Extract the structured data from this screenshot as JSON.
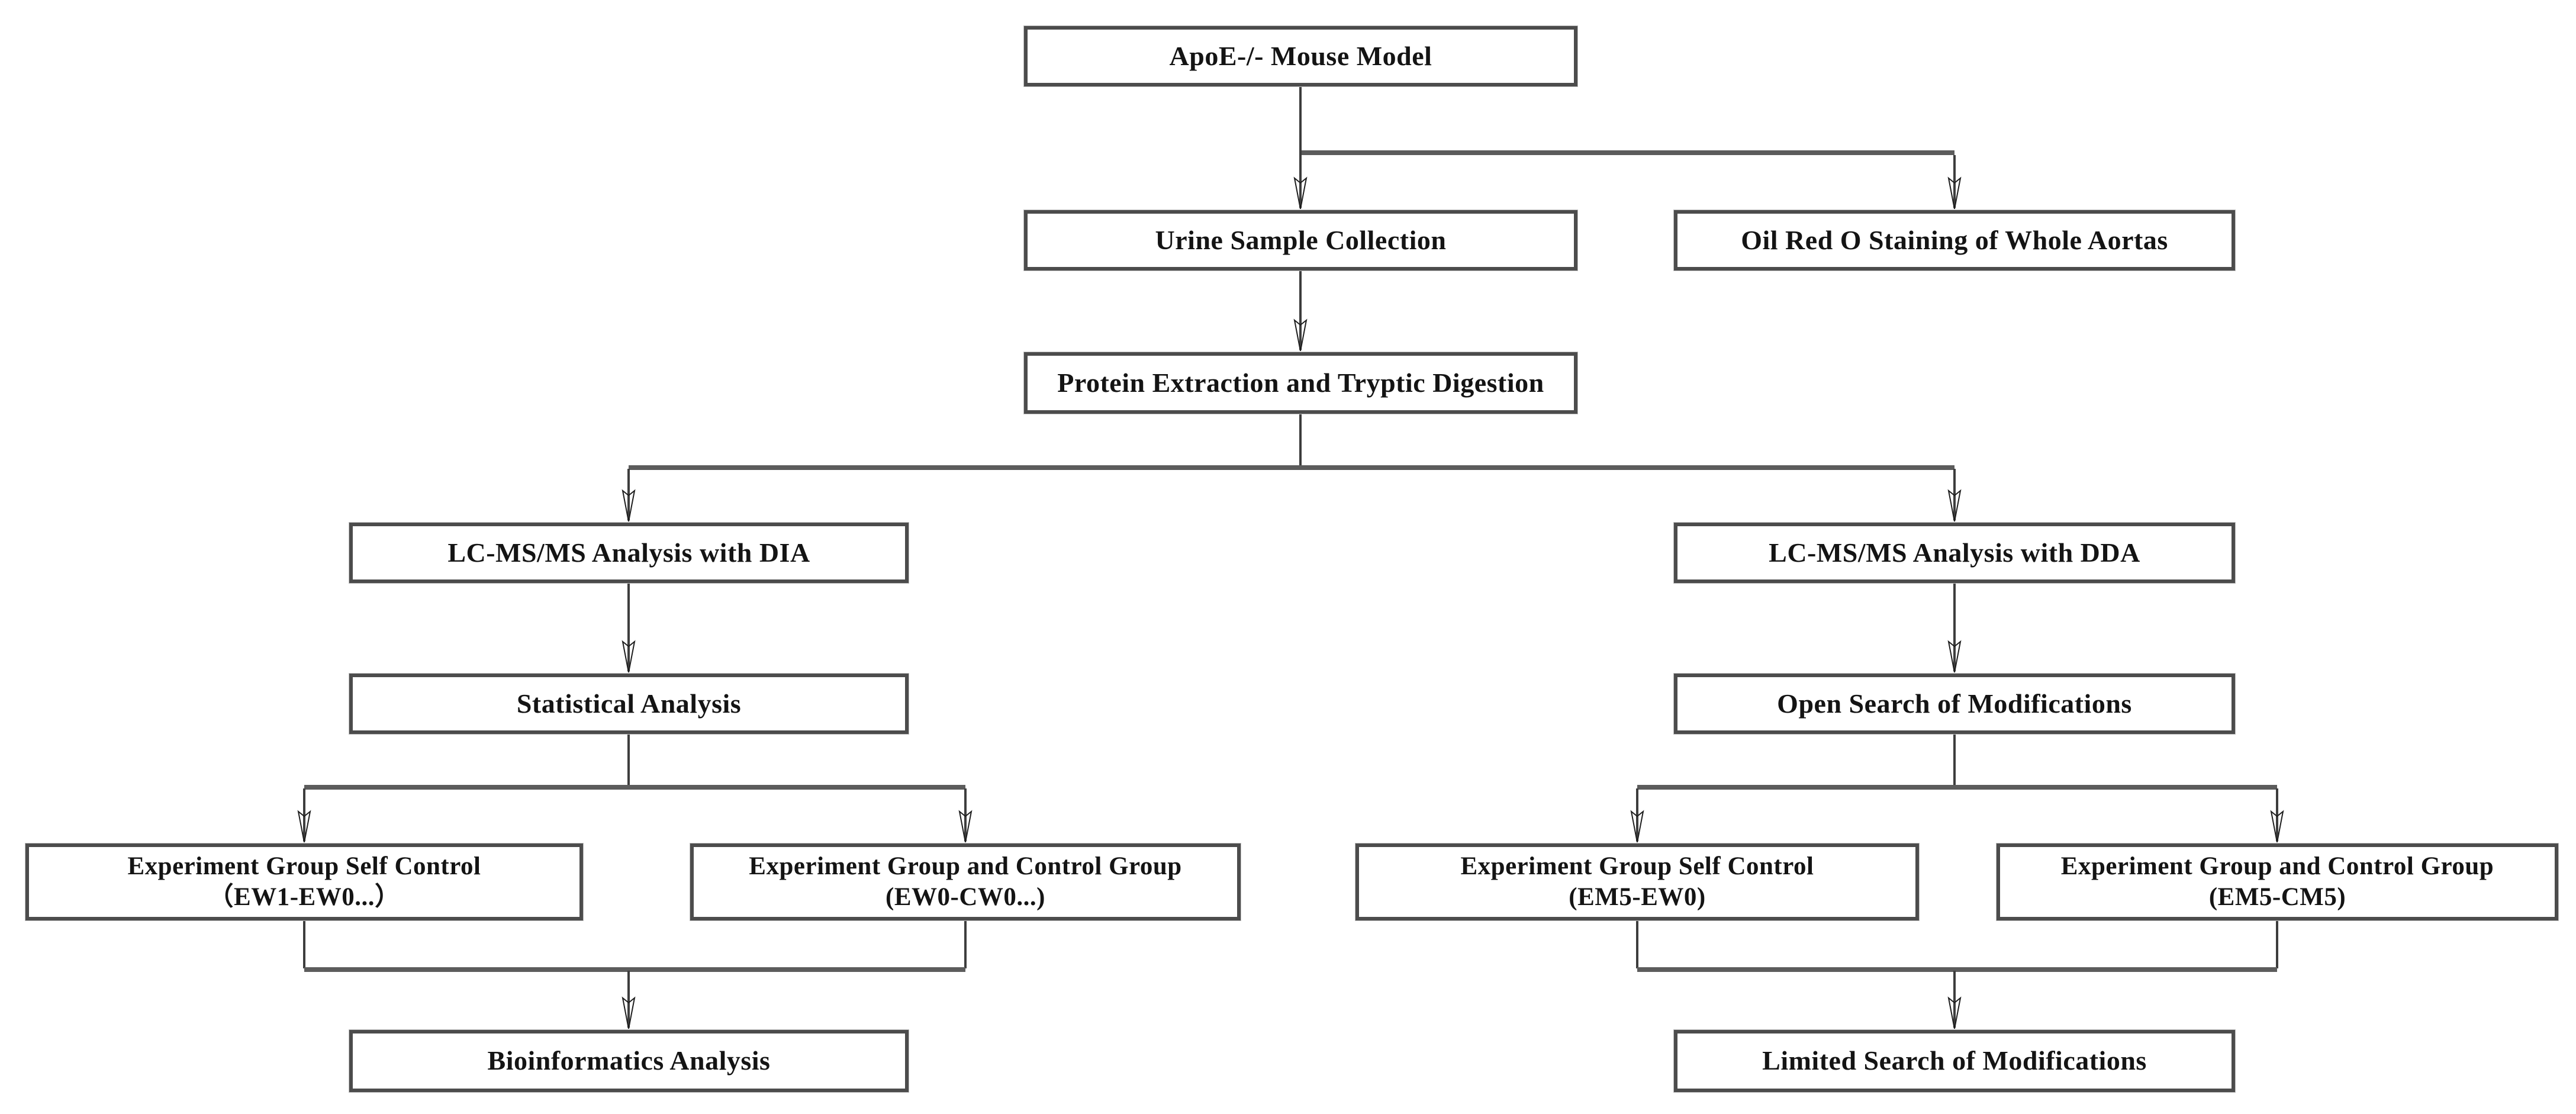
{
  "nodes": {
    "apoe": {
      "label": "ApoE-/- Mouse Model"
    },
    "urine": {
      "label": "Urine Sample Collection"
    },
    "oilred": {
      "label": "Oil Red O Staining of Whole Aortas"
    },
    "protein": {
      "label": "Protein Extraction and Tryptic Digestion"
    },
    "dia": {
      "label": "LC-MS/MS Analysis with DIA"
    },
    "dda": {
      "label": "LC-MS/MS Analysis with DDA"
    },
    "stat": {
      "label": "Statistical Analysis"
    },
    "open_search": {
      "label": "Open Search of Modifications"
    },
    "grp_ew1": {
      "label": "Experiment Group Self Control",
      "sublabel": "（EW1-EW0...）"
    },
    "grp_ew0": {
      "label": "Experiment Group and Control Group",
      "sublabel": "(EW0-CW0...)"
    },
    "grp_em5_ew0": {
      "label": "Experiment Group Self Control",
      "sublabel": "(EM5-EW0)"
    },
    "grp_em5_cm5": {
      "label": "Experiment Group and Control Group",
      "sublabel": "(EM5-CM5)"
    },
    "bioinf": {
      "label": "Bioinformatics Analysis"
    },
    "limited": {
      "label": "Limited Search of Modifications"
    }
  },
  "edges": [
    {
      "from": "apoe",
      "to": "urine"
    },
    {
      "from": "apoe",
      "to": "oilred"
    },
    {
      "from": "urine",
      "to": "protein"
    },
    {
      "from": "protein",
      "to": "dia"
    },
    {
      "from": "protein",
      "to": "dda"
    },
    {
      "from": "dia",
      "to": "stat"
    },
    {
      "from": "dda",
      "to": "open_search"
    },
    {
      "from": "stat",
      "to": "grp_ew1"
    },
    {
      "from": "stat",
      "to": "grp_ew0"
    },
    {
      "from": "open_search",
      "to": "grp_em5_ew0"
    },
    {
      "from": "open_search",
      "to": "grp_em5_cm5"
    },
    {
      "from": "grp_ew1",
      "to": "bioinf"
    },
    {
      "from": "grp_ew0",
      "to": "bioinf"
    },
    {
      "from": "grp_em5_ew0",
      "to": "limited"
    },
    {
      "from": "grp_em5_cm5",
      "to": "limited"
    }
  ]
}
